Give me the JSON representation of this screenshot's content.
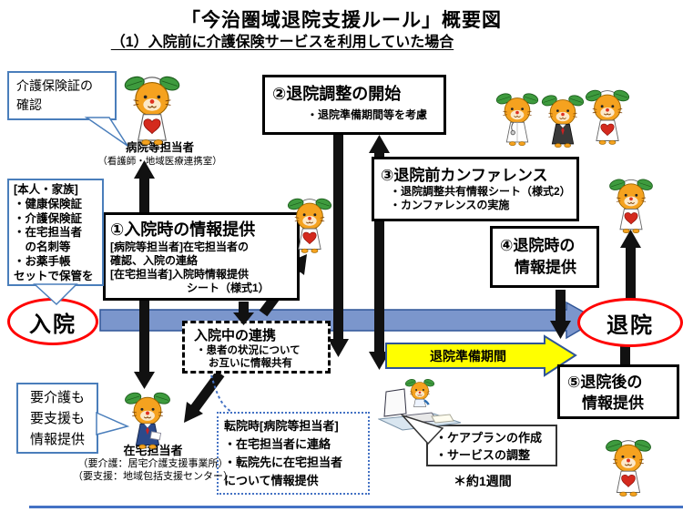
{
  "header": {
    "title": "「今治圏域退院支援ルール」概要図",
    "subtitle": "（1）入院前に介護保険サービスを利用していた場合"
  },
  "timeline": {
    "admission": "入院",
    "discharge": "退院",
    "preparation_arrow": "退院準備期間",
    "note": "＊約1週間"
  },
  "steps": {
    "step1": {
      "title": "①入院時の情報提供",
      "lines": [
        "[病院等担当者]在宅担当者の",
        "確認、入院の連絡",
        "[在宅担当者]入院時情報提供",
        "シート（様式1）"
      ]
    },
    "step2": {
      "title": "②退院調整の開始",
      "lines": [
        "・退院準備期間等を考慮"
      ]
    },
    "step3": {
      "title": "③退院前カンファレンス",
      "lines": [
        "・退院調整共有情報シート（様式2）",
        "・カンファレンスの実施"
      ]
    },
    "step4": {
      "title_line1": "④退院時の",
      "title_line2": "情報提供"
    },
    "step5": {
      "title_line1": "⑤退院後の",
      "title_line2": "情報提供"
    }
  },
  "boxes": {
    "during_admission": {
      "title": "入院中の連携",
      "lines": [
        "・患者の状況について",
        "お互いに情報共有"
      ]
    },
    "transfer": {
      "lines": [
        "転院時[病院等担当者]",
        "・在宅担当者に連絡",
        "・転院先に在宅担当者",
        "について情報提供"
      ]
    }
  },
  "bubbles": {
    "insurance_check": {
      "lines": [
        "介護保険証の",
        "確認"
      ]
    },
    "family": {
      "lines": [
        "[本人・家族]",
        "・健康保険証",
        "・介護保険証",
        "・在宅担当者",
        "　の名刺等",
        "・お薬手帳",
        "セットで保管を"
      ]
    },
    "provide_info": {
      "lines": [
        "要介護も",
        "要支援も",
        "情報提供"
      ]
    },
    "care_plan": {
      "lines": [
        "・ケアプランの作成",
        "・サービスの調整"
      ]
    }
  },
  "labels": {
    "hospital_staff": {
      "lines": [
        "病院等担当者",
        "（看護師・地域医療連携室）"
      ]
    },
    "home_staff": {
      "lines": [
        "在宅担当者",
        "（要介護：居宅介護支援事業所）",
        "（要支援：地域包括支援センター）"
      ]
    }
  },
  "colors": {
    "timeline_arrow_fill": "#7B96CC",
    "timeline_arrow_border": "#2F5597",
    "preparation_arrow_fill": "#FFFF00",
    "oval_border": "#FF0000",
    "dotted_box_border": "#4472C4",
    "bubble_border": "#4a7ebb",
    "bottom_line": "#4472C4"
  }
}
